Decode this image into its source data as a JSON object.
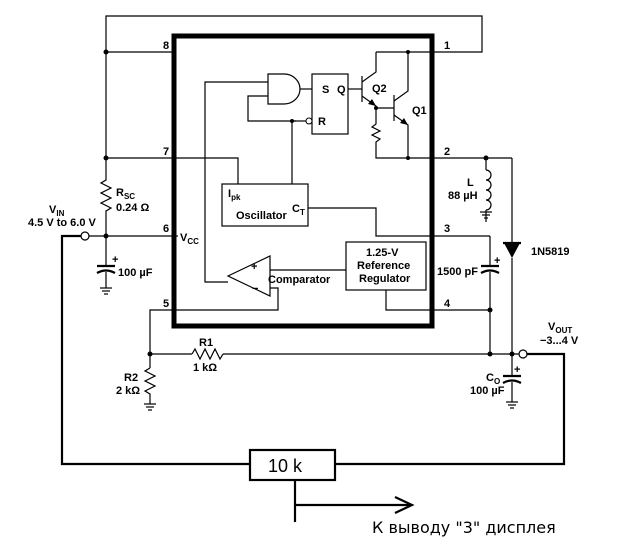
{
  "pins": [
    "1",
    "2",
    "3",
    "4",
    "5",
    "6",
    "7",
    "8"
  ],
  "labels": {
    "vin": "V",
    "vin_sub": "IN",
    "vin_range": "4.5 V to 6.0 V",
    "rsc": "R",
    "rsc_sub": "SC",
    "rsc_value": "0.24 Ω",
    "cin": "100 µF",
    "vcc": "V",
    "vcc_sub": "CC",
    "ipk": "I",
    "ipk_sub": "pk",
    "oscillator": "Oscillator",
    "ct": "C",
    "ct_sub": "T",
    "comparator": "Comparator",
    "ref_line1": "1.25-V",
    "ref_line2": "Reference",
    "ref_line3": "Regulator",
    "ct_cap": "1500 pF",
    "inductor": "L",
    "inductor_value": "88 µH",
    "diode": "1N5819",
    "q2": "Q2",
    "q1": "Q1",
    "s": "S",
    "q": "Q",
    "r": "R",
    "vout": "V",
    "vout_sub": "OUT",
    "vout_range": "−3...4 V",
    "co": "C",
    "co_sub": "O",
    "co_value": "100 µF",
    "r1": "R1",
    "r1_value": "1 kΩ",
    "r2": "R2",
    "r2_value": "2 kΩ",
    "pot": "10 k",
    "caption": "К выводу \"3\" дисплея",
    "plus": "+",
    "minus": "−"
  }
}
